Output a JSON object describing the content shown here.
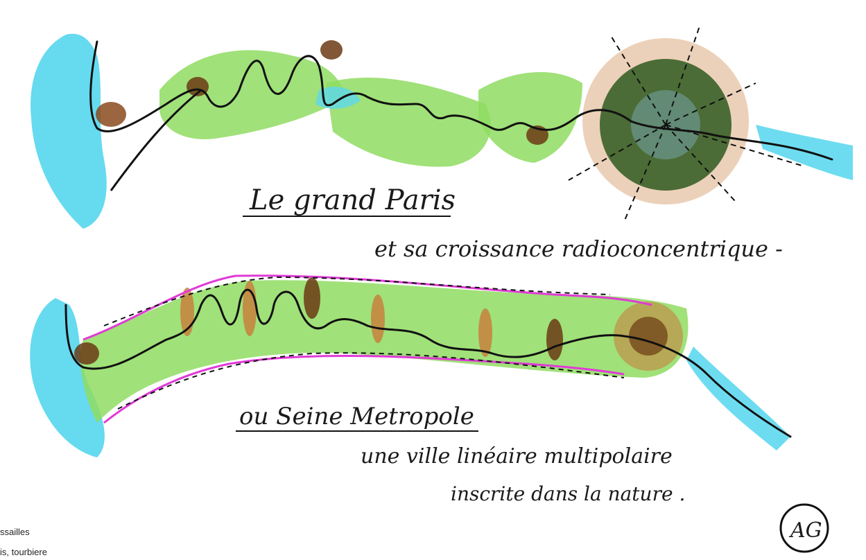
{
  "sketch_top": {
    "title": "Le grand Paris",
    "subtitle": "et sa croissance radioconcentrique -"
  },
  "sketch_bottom": {
    "title": "ou Seine Metropole",
    "line_1": "une ville linéaire multipolaire",
    "line_2": "inscrite dans la nature ."
  },
  "signature": "AG",
  "side_notes": [
    "ssailles",
    "is, tourbiere"
  ],
  "colors": {
    "water": "#5ed8ee",
    "vegetation": "#8fdc62",
    "urban": "#c97a3a",
    "dense_core": "#2f5a1f",
    "metropole_boundary": "#e03ad6",
    "ink": "#111111"
  }
}
